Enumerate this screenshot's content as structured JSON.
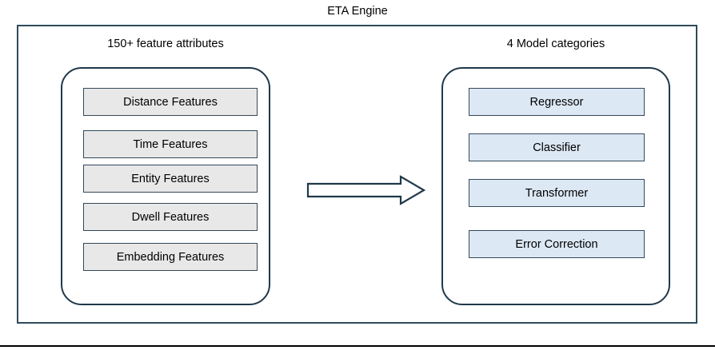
{
  "diagram": {
    "title": "ETA Engine",
    "type": "block-diagram"
  },
  "columns": {
    "left": {
      "header": "150+ feature attributes",
      "fill_color": "#e8e8e8",
      "items": [
        {
          "label": "Distance Features"
        },
        {
          "label": "Time Features"
        },
        {
          "label": "Entity Features"
        },
        {
          "label": "Dwell Features"
        },
        {
          "label": "Embedding Features"
        }
      ]
    },
    "right": {
      "header": "4 Model categories",
      "fill_color": "#dce8f4",
      "items": [
        {
          "label": "Regressor"
        },
        {
          "label": "Classifier"
        },
        {
          "label": "Transformer"
        },
        {
          "label": "Error Correction"
        }
      ]
    }
  },
  "connector": {
    "icon": "right-arrow-icon",
    "direction": "left-to-right",
    "style": "hollow-block-arrow",
    "stroke_color": "#20384a"
  },
  "colors": {
    "frame_stroke": "#2e4a5c",
    "panel_stroke": "#20384a",
    "box_stroke": "#33495a",
    "feature_fill": "#e8e8e8",
    "model_fill": "#dce8f4",
    "background": "#ffffff",
    "rule": "#000000"
  }
}
